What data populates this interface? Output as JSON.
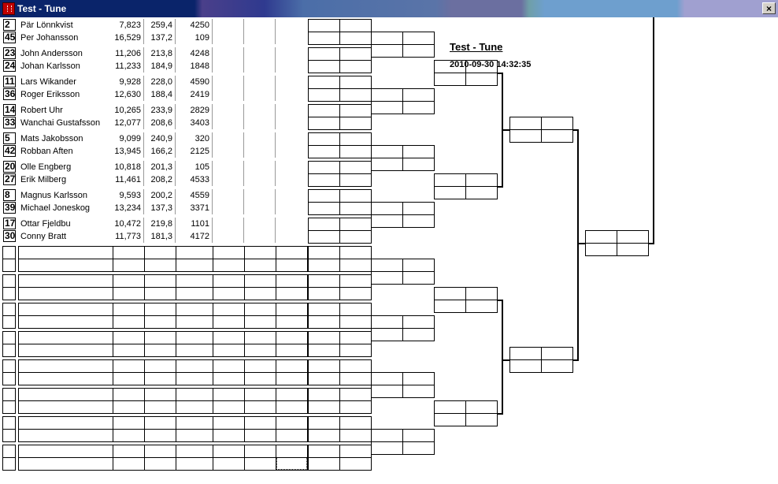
{
  "window": {
    "title": "Test - Tune",
    "close_label": "×"
  },
  "header": {
    "title": "Test - Tune",
    "date": "2010-09-30 14:32:35"
  },
  "players": [
    {
      "seed": "2",
      "name": "Pär Lönnkvist",
      "v1": "7,823",
      "v2": "259,4",
      "v3": "4250"
    },
    {
      "seed": "45",
      "name": "Per Johansson",
      "v1": "16,529",
      "v2": "137,2",
      "v3": "109"
    },
    {
      "seed": "23",
      "name": "John Andersson",
      "v1": "11,206",
      "v2": "213,8",
      "v3": "4248"
    },
    {
      "seed": "24",
      "name": "Johan Karlsson",
      "v1": "11,233",
      "v2": "184,9",
      "v3": "1848"
    },
    {
      "seed": "11",
      "name": "Lars Wikander",
      "v1": "9,928",
      "v2": "228,0",
      "v3": "4590"
    },
    {
      "seed": "36",
      "name": "Roger Eriksson",
      "v1": "12,630",
      "v2": "188,4",
      "v3": "2419"
    },
    {
      "seed": "14",
      "name": "Robert Uhr",
      "v1": "10,265",
      "v2": "233,9",
      "v3": "2829"
    },
    {
      "seed": "33",
      "name": "Wanchai Gustafsson",
      "v1": "12,077",
      "v2": "208,6",
      "v3": "3403"
    },
    {
      "seed": "5",
      "name": "Mats Jakobsson",
      "v1": "9,099",
      "v2": "240,9",
      "v3": "320"
    },
    {
      "seed": "42",
      "name": "Robban Aften",
      "v1": "13,945",
      "v2": "166,2",
      "v3": "2125"
    },
    {
      "seed": "20",
      "name": "Olle Engberg",
      "v1": "10,818",
      "v2": "201,3",
      "v3": "105"
    },
    {
      "seed": "27",
      "name": "Erik Milberg",
      "v1": "11,461",
      "v2": "208,2",
      "v3": "4533"
    },
    {
      "seed": "8",
      "name": "Magnus Karlsson",
      "v1": "9,593",
      "v2": "200,2",
      "v3": "4559"
    },
    {
      "seed": "39",
      "name": "Michael Joneskog",
      "v1": "13,234",
      "v2": "137,3",
      "v3": "3371"
    },
    {
      "seed": "17",
      "name": "Ottar Fjeldbu",
      "v1": "10,472",
      "v2": "219,8",
      "v3": "1101"
    },
    {
      "seed": "30",
      "name": "Conny Bratt",
      "v1": "11,773",
      "v2": "181,3",
      "v3": "4172"
    }
  ]
}
